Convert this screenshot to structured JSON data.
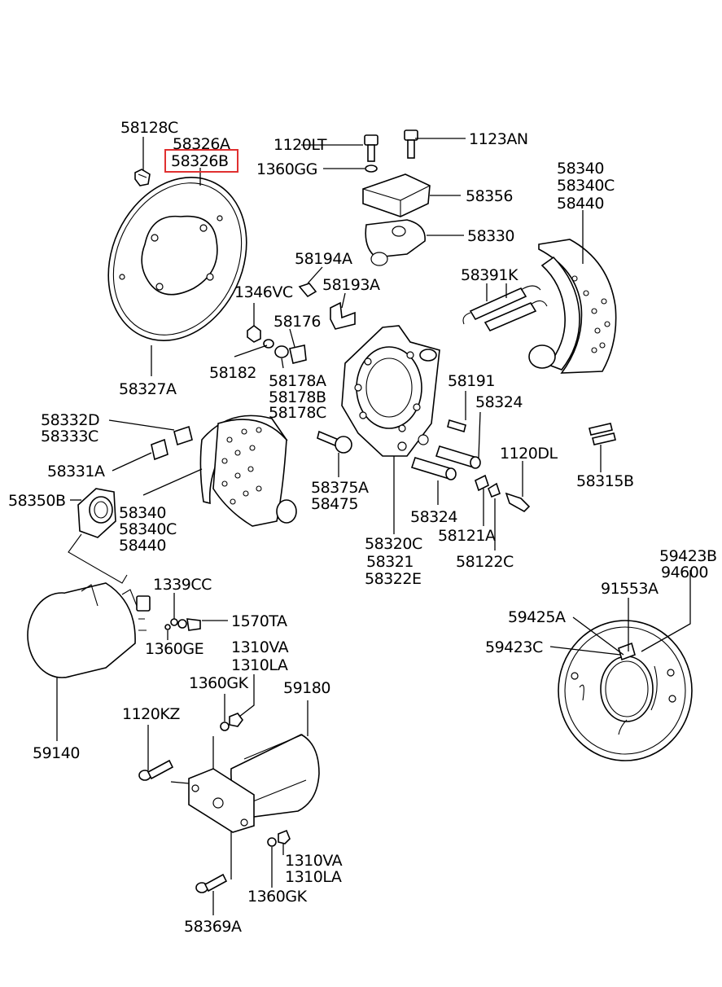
{
  "labels": {
    "l_58128C": "58128C",
    "l_58326A": "58326A",
    "l_58326B": "58326B",
    "l_1120LT": "1120LT",
    "l_1123AN": "1123AN",
    "l_1360GG": "1360GG",
    "l_58356": "58356",
    "l_58340a": "58340",
    "l_58340Ca": "58340C",
    "l_58440a": "58440",
    "l_58330": "58330",
    "l_58194A": "58194A",
    "l_58193A": "58193A",
    "l_58391K": "58391K",
    "l_1346VC": "1346VC",
    "l_58176": "58176",
    "l_58327A": "58327A",
    "l_58182": "58182",
    "l_58178A": "58178A",
    "l_58178B": "58178B",
    "l_58178C": "58178C",
    "l_58191": "58191",
    "l_58324a": "58324",
    "l_58332D": "58332D",
    "l_58333C": "58333C",
    "l_1120DL": "1120DL",
    "l_58331A": "58331A",
    "l_58315B": "58315B",
    "l_58350B": "58350B",
    "l_58375A": "58375A",
    "l_58475": "58475",
    "l_58340b": "58340",
    "l_58340Cb": "58340C",
    "l_58440b": "58440",
    "l_58324b": "58324",
    "l_58121A": "58121A",
    "l_58320C": "58320C",
    "l_58321": "58321",
    "l_58322E": "58322E",
    "l_58122C": "58122C",
    "l_59423B": "59423B",
    "l_94600": "94600",
    "l_1339CC": "1339CC",
    "l_91553A": "91553A",
    "l_59425A": "59425A",
    "l_1570TA": "1570TA",
    "l_59423C": "59423C",
    "l_1360GE": "1360GE",
    "l_1310VAa": "1310VA",
    "l_1310LAa": "1310LA",
    "l_1360GKa": "1360GK",
    "l_59180": "59180",
    "l_1120KZ": "1120KZ",
    "l_59140": "59140",
    "l_1310VAb": "1310VA",
    "l_1310LAb": "1310LA",
    "l_1360GKb": "1360GK",
    "l_58369A": "58369A"
  },
  "highlight": {
    "part": "58326B",
    "color": "#e03030"
  }
}
